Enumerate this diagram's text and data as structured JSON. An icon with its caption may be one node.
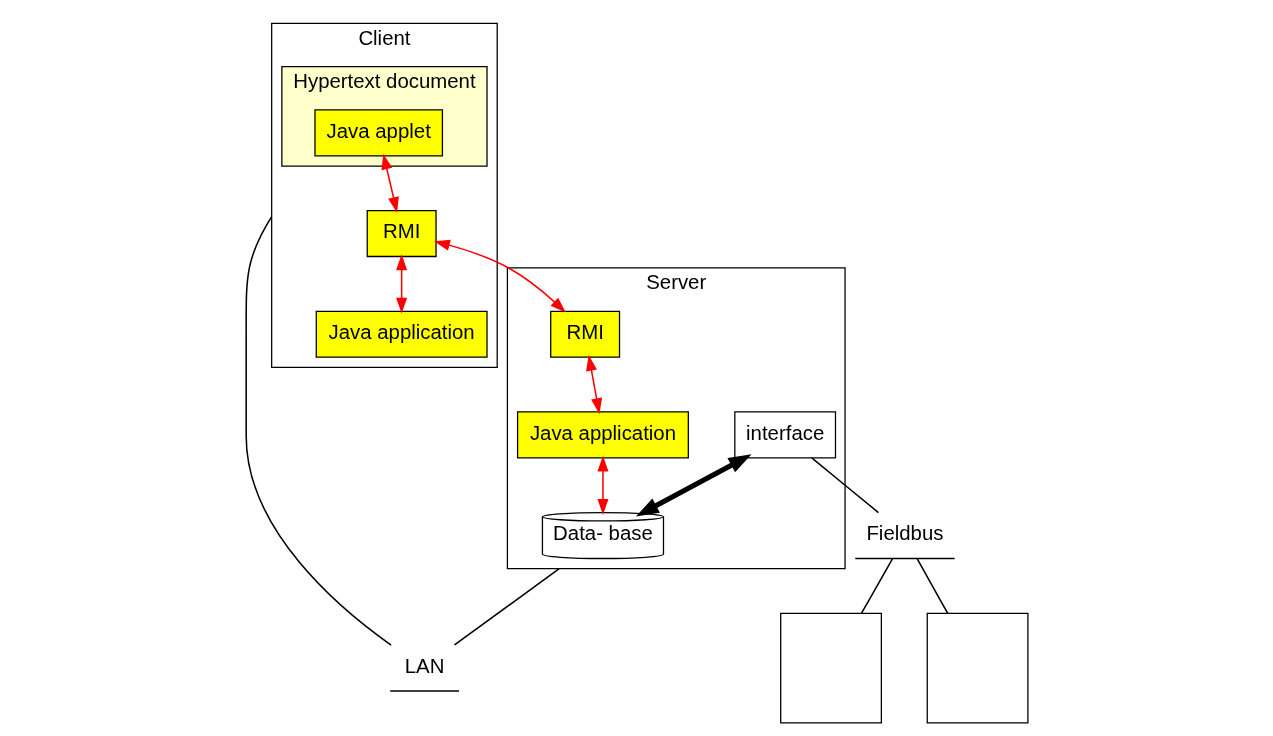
{
  "diagram": {
    "nodes": [
      {
        "text": [
          "Client"
        ]
      },
      {
        "text": [
          "Hypertext document"
        ],
        "in": 0
      },
      {
        "text": [
          "Java applet"
        ],
        "in": 1
      },
      {
        "text": [
          "Java application"
        ],
        "in": 0
      },
      {
        "text": [
          "RMI"
        ],
        "in": 0
      },
      {
        "text": [
          "Server"
        ]
      },
      {
        "text": [
          "Data- base"
        ],
        "in": 5
      },
      {
        "text": [
          "Java application"
        ],
        "in": 5
      },
      {
        "text": [
          "interface"
        ],
        "in": 5
      },
      {
        "text": [
          "RMI"
        ],
        "in": 5
      },
      {
        "text": [
          "LAN"
        ]
      },
      {
        "text": [
          "Fieldbus"
        ]
      },
      {
        "text": [],
        "shape": "box"
      },
      {
        "text": [],
        "shape": "box"
      }
    ],
    "edges": [
      {
        "from": 2,
        "to": 4,
        "arrow": "both",
        "color": "#ff0000"
      },
      {
        "from": 4,
        "to": 3,
        "arrow": "both",
        "color": "#ff0000"
      },
      {
        "from": 4,
        "to": 9,
        "arrow": "both",
        "color": "#ff0000"
      },
      {
        "from": 9,
        "to": 7,
        "arrow": "both",
        "color": "#ff0000"
      },
      {
        "from": 7,
        "to": 6,
        "arrow": "both",
        "color": "#ff0000"
      },
      {
        "from": 8,
        "to": 6,
        "arrow": "both",
        "style": "thick"
      },
      {
        "from": 0,
        "to": 10,
        "arrow": "none"
      },
      {
        "from": 5,
        "to": 10,
        "arrow": "none"
      },
      {
        "from": 8,
        "to": 11,
        "arrow": "none"
      },
      {
        "from": 11,
        "to": 12,
        "arrow": "none"
      },
      {
        "from": 11,
        "to": 13,
        "arrow": "none"
      }
    ]
  }
}
